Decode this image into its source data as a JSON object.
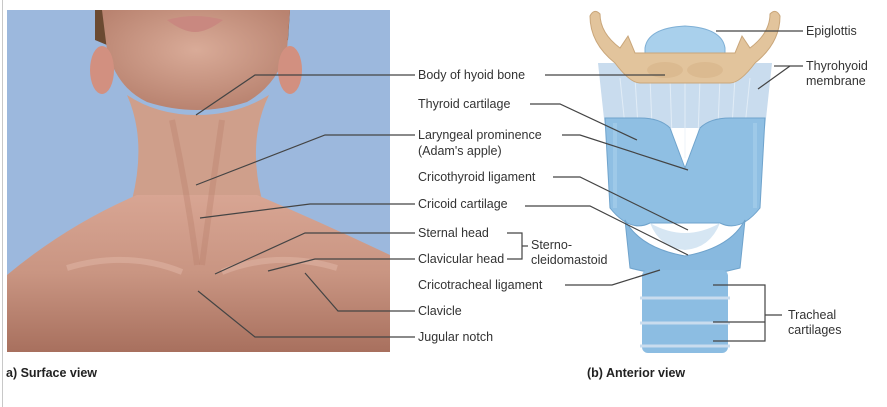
{
  "figure": {
    "panel_a": {
      "caption": "a) Surface view",
      "background_color": "#9cb8dd",
      "skin_color": "#c48e7a",
      "labels": [
        {
          "id": "body-of-hyoid-bone",
          "text": "Body of hyoid bone"
        },
        {
          "id": "laryngeal-prominence",
          "text": "Laryngeal prominence",
          "text2": "(Adam's apple)"
        },
        {
          "id": "cricoid-cartilage",
          "text": "Cricoid cartilage"
        },
        {
          "id": "sternal-head",
          "text": "Sternal head"
        },
        {
          "id": "clavicular-head",
          "text": "Clavicular head"
        },
        {
          "id": "clavicle",
          "text": "Clavicle"
        },
        {
          "id": "jugular-notch",
          "text": "Jugular notch"
        }
      ],
      "bracket_label": {
        "line1": "Sterno-",
        "line2": "cleidomastoid"
      }
    },
    "panel_b": {
      "caption": "(b) Anterior view",
      "cartilage_color": "#8fbfe3",
      "bone_color": "#e2c49c",
      "labels": [
        {
          "id": "epiglottis",
          "text": "Epiglottis"
        },
        {
          "id": "thyrohyoid-membrane",
          "text": "Thyrohyoid",
          "text2": "membrane"
        },
        {
          "id": "thyroid-cartilage",
          "text": "Thyroid cartilage"
        },
        {
          "id": "cricothyroid-ligament",
          "text": "Cricothyroid ligament"
        },
        {
          "id": "cricotracheal-ligament",
          "text": "Cricotracheal ligament"
        },
        {
          "id": "tracheal-cartilages",
          "text": "Tracheal",
          "text2": "cartilages"
        }
      ]
    }
  }
}
